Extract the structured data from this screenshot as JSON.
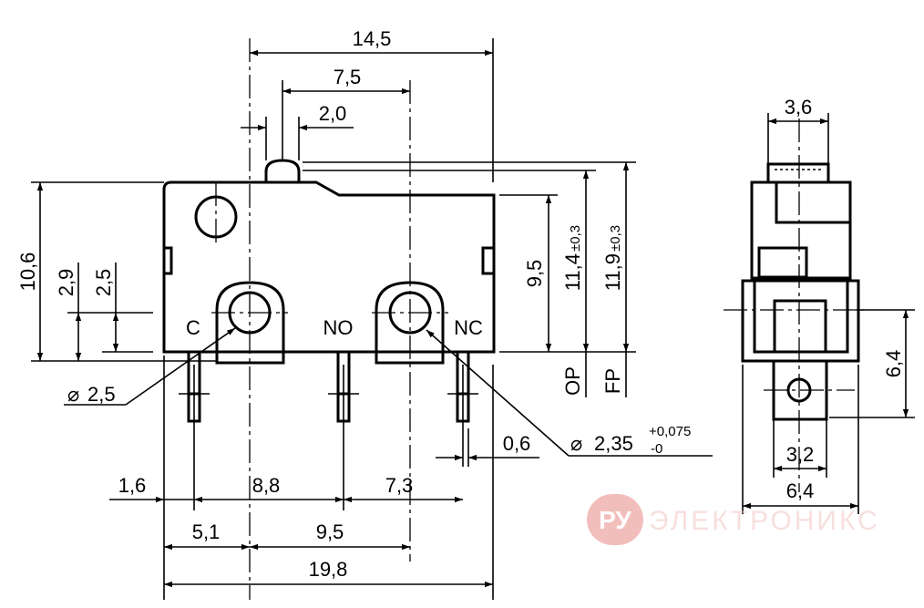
{
  "front_view": {
    "dimensions": {
      "total_width": "14,5",
      "actuator_offset": "7,5",
      "actuator_diameter": "2,0",
      "pin_spacing_1": "8,8",
      "pin_spacing_2": "7,3",
      "left_offset": "1,6",
      "hole_left": "5,1",
      "hole_spacing": "9,5",
      "body_length": "19,8",
      "pin_thickness": "0,6",
      "body_height": "10,6",
      "hole_height_1": "2,9",
      "hole_height_2": "2,5",
      "height_9_5": "9,5",
      "op_height": "11,4",
      "op_tol": "±0,3",
      "fp_height": "11,9",
      "fp_tol": "±0,3",
      "hole_diameter_left": "2,5",
      "hole_diameter_right": "2,35",
      "hole_tol_upper": "+0,075",
      "hole_tol_lower": "-0"
    },
    "pin_labels": {
      "common": "C",
      "normally_open": "NO",
      "normally_closed": "NC"
    },
    "level_labels": {
      "operating_position": "OP",
      "free_position": "FP"
    },
    "diameter_symbol": "⌀"
  },
  "side_view": {
    "dimensions": {
      "top_width": "3,6",
      "height": "6,4",
      "pin_width": "3,2",
      "overall_width": "6,4"
    }
  },
  "watermark": {
    "badge": "РУ",
    "text": "ЭЛЕКТРОНИКС",
    "color": "#e88a84"
  }
}
